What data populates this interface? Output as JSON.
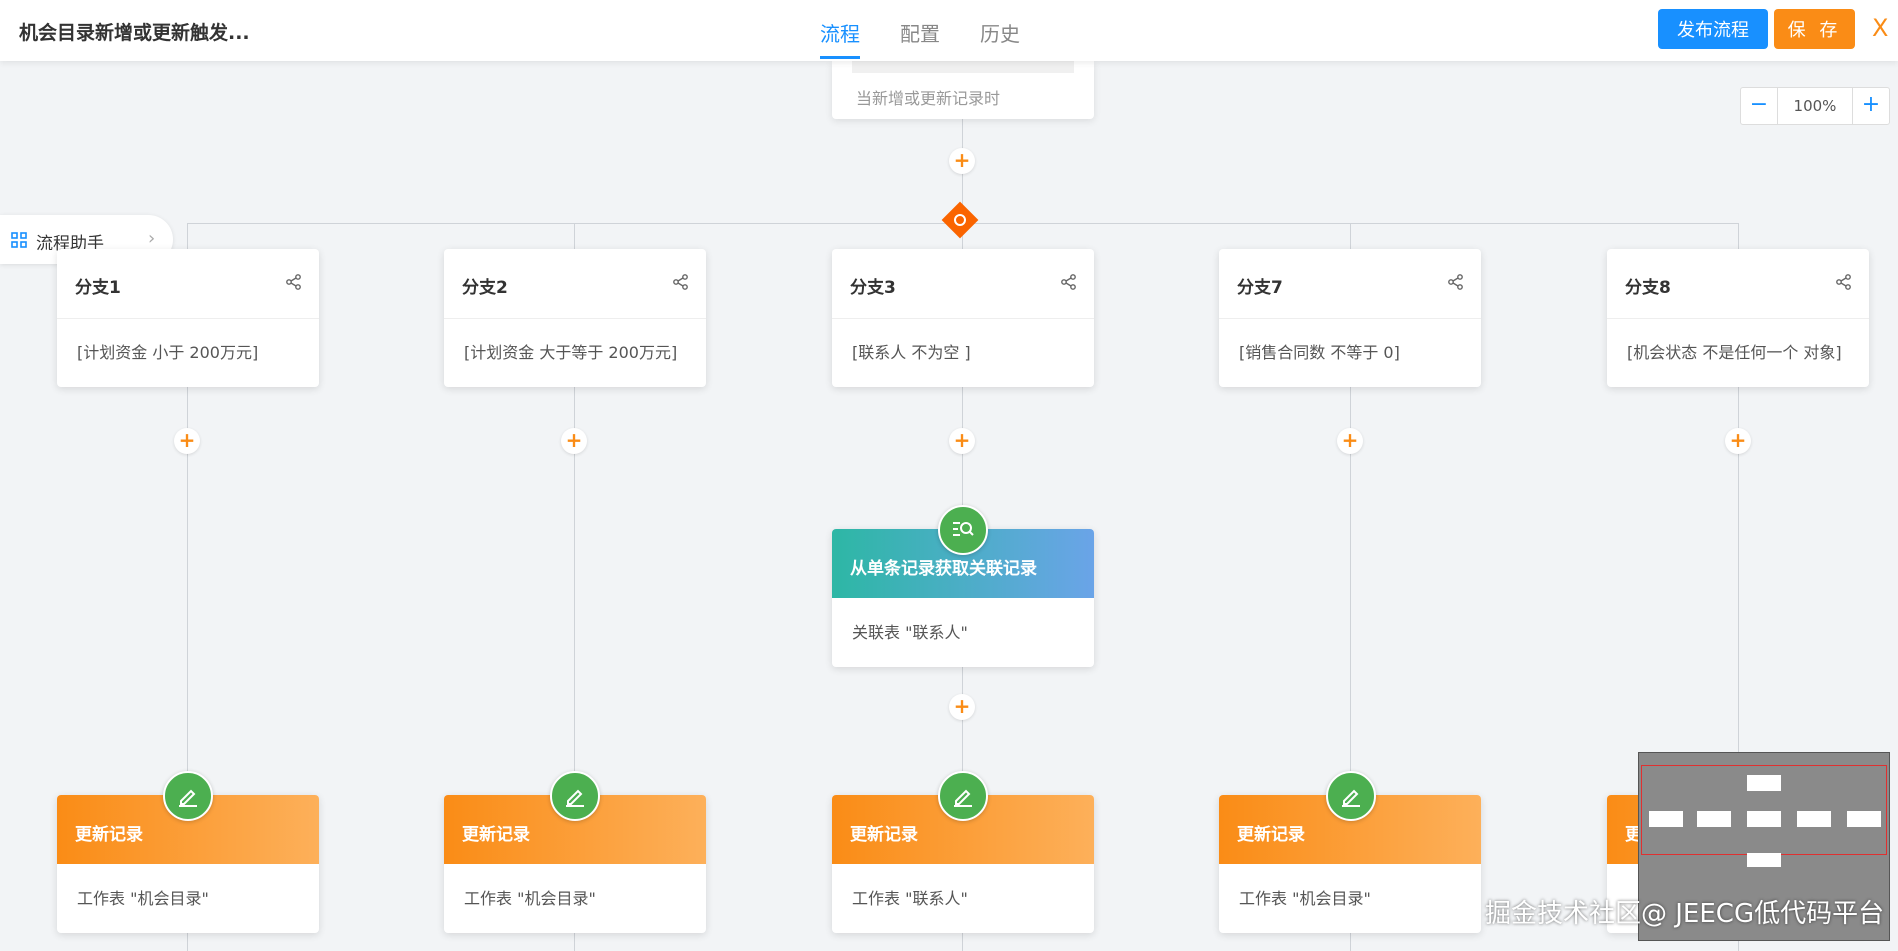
{
  "header": {
    "title": "机会目录新增或更新触发...",
    "tabs": [
      {
        "label": "流程"
      },
      {
        "label": "配置"
      },
      {
        "label": "历史"
      }
    ],
    "publish_label": "发布流程",
    "save_label": "保 存",
    "close_label": "X"
  },
  "trigger": {
    "subtitle": "当新增或更新记录时"
  },
  "helper": {
    "label": "流程助手",
    "icon": "grid-icon"
  },
  "zoom": {
    "value": "100%",
    "minus": "−",
    "plus": "+"
  },
  "branches": [
    {
      "title": "分支1",
      "condition": "[计划资金 小于 200万元]"
    },
    {
      "title": "分支2",
      "condition": "[计划资金 大于等于 200万元]"
    },
    {
      "title": "分支3",
      "condition": "[联系人 不为空 ]"
    },
    {
      "title": "分支7",
      "condition": "[销售合同数 不等于 0]"
    },
    {
      "title": "分支8",
      "condition": "[机会状态 不是任何一个 对象]"
    }
  ],
  "lookup": {
    "title": "从单条记录获取关联记录",
    "desc": "关联表 \"联系人\""
  },
  "updates": [
    {
      "title": "更新记录",
      "desc": "工作表 \"机会目录\""
    },
    {
      "title": "更新记录",
      "desc": "工作表 \"机会目录\""
    },
    {
      "title": "更新记录",
      "desc": "工作表 \"联系人\""
    },
    {
      "title": "更新记录",
      "desc": "工作表 \"机会目录\""
    },
    {
      "title": "更新记录",
      "desc": ""
    }
  ],
  "plus_symbol": "+",
  "watermark": "掘金技术社区@ JEECG低代码平台",
  "colors": {
    "accent": "#1890ff",
    "orange": "#fa8c16",
    "green": "#4caf50",
    "teal": "#2db7a5"
  }
}
